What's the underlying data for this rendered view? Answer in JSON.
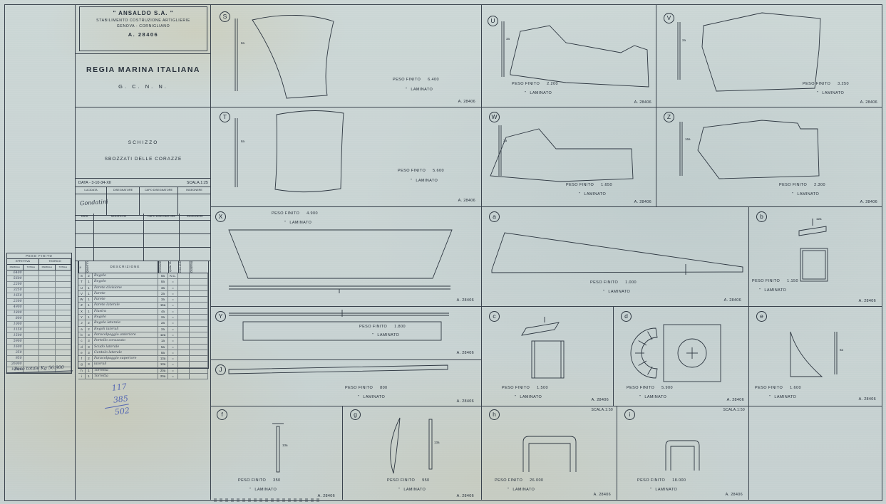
{
  "sheet": {
    "company": {
      "line1": "\" ANSALDO S.A. \"",
      "line2": "STABILIMENTO COSTRUZIONE ARTIGLIERIE",
      "line3": "GENOVA - CORNIGLIANO",
      "number": "A. 28406"
    },
    "title": "REGIA MARINA ITALIANA",
    "subtitle": "G. C. N. N.",
    "drawing": {
      "kind": "SCHIZZO",
      "name": "SBOZZATI DELLE CORAZZE"
    },
    "meta": {
      "data_label": "DATA - 3-10-34-XII",
      "scala_label": "SCALA.1:25"
    },
    "signatures": {
      "headers": [
        "LUCIDATA",
        "DISEGNATORE",
        "CAPO DISEGNATORE",
        "INGEGNERE"
      ],
      "signature": "Gondatini"
    },
    "revisions": {
      "headers": [
        "DATA",
        "MODIFICHE",
        "CAPO DISEGNATORE",
        "INGEGNERE"
      ]
    }
  },
  "labels": {
    "peso": "PESO FINITO",
    "laminato": "LAMINATO",
    "ditto": "\"",
    "ref": "A. 28406"
  },
  "panels": {
    "S": {
      "letter": "S",
      "peso": "6.400",
      "thickness": "8a"
    },
    "T": {
      "letter": "T",
      "peso": "5.600",
      "thickness": "8a"
    },
    "U": {
      "letter": "U",
      "peso": "2.200",
      "thickness": "3a"
    },
    "V": {
      "letter": "V",
      "peso": "3.250",
      "thickness": "2a"
    },
    "W": {
      "letter": "W",
      "peso": "1.650",
      "thickness": "3a"
    },
    "Z": {
      "letter": "Z",
      "peso": "2.300",
      "thickness": "16a"
    },
    "X": {
      "letter": "X",
      "peso": "4.900"
    },
    "Y": {
      "letter": "Y",
      "peso": "1.800"
    },
    "J": {
      "letter": "J",
      "peso": "800"
    },
    "a": {
      "letter": "a",
      "peso": "1.000"
    },
    "b": {
      "letter": "b",
      "peso": "1.150",
      "thickness": "12a"
    },
    "c": {
      "letter": "c",
      "peso": "1.500"
    },
    "d": {
      "letter": "d",
      "peso": "5.900"
    },
    "e": {
      "letter": "e",
      "peso": "1.600",
      "thickness": "8a"
    },
    "f": {
      "letter": "f",
      "peso": "350",
      "thickness": "13a"
    },
    "g": {
      "letter": "g",
      "peso": "950",
      "thickness": "13a"
    },
    "h": {
      "letter": "h",
      "peso": "26.000",
      "scala": "SCALA.1:50"
    },
    "i": {
      "letter": "i",
      "peso": "18.000",
      "scala": "SCALA.1:50"
    }
  },
  "parts_table": {
    "headers": [
      "N.",
      "QUANTITÀ",
      "DESCRIZIONE",
      "SPESSORE",
      "QUALITÀ",
      "COLLAUDO",
      "OSSERVAZIONI"
    ],
    "rows": [
      [
        "S",
        "2",
        "Regolo",
        "8a",
        "K.C."
      ],
      [
        "T",
        "1",
        "Regolo",
        "8a",
        "="
      ],
      [
        "U",
        "1",
        "Parete divisione",
        "3a",
        "="
      ],
      [
        "V",
        "1",
        "Parete",
        "2a",
        "="
      ],
      [
        "W",
        "1",
        "Parete",
        "3a",
        "="
      ],
      [
        "Z",
        "1",
        "Parete laterale",
        "16a",
        "="
      ],
      [
        "X",
        "1",
        "Piastra",
        "4a",
        "="
      ],
      [
        "Y",
        "1",
        "Regolo",
        "2a",
        "="
      ],
      [
        "J",
        "2",
        "Regolo laterale",
        "2a",
        "="
      ],
      [
        "a",
        "2",
        "Regoli laterali",
        "2a",
        "="
      ],
      [
        "b",
        "3",
        "Paracolpaggio anteriore",
        "12a",
        "="
      ],
      [
        "c",
        "3",
        "Portello corazzato",
        "1a",
        "="
      ],
      [
        "d",
        "3",
        "Scudo laterale",
        "5a",
        "="
      ],
      [
        "e",
        "3",
        "Cantolo laterale",
        "8a",
        "="
      ],
      [
        "f",
        "2",
        "Paracolpaggio superiore",
        "13a",
        "="
      ],
      [
        "g",
        "3",
        "laterali",
        "13a",
        "="
      ],
      [
        "h",
        "1",
        "Torretta",
        "20a",
        "="
      ],
      [
        "i",
        "1",
        "Torretta",
        "20a",
        "="
      ]
    ]
  },
  "weights_table": {
    "title": "PESO FINITO",
    "groups": [
      "EFFETTIVA",
      "TEORICO"
    ],
    "subheaders": [
      "PARZIALE",
      "TOTALE",
      "PARZIALE",
      "TOTALE"
    ],
    "rows": [
      "6400",
      "5600",
      "2200",
      "3250",
      "1650",
      "2300",
      "4900",
      "1800",
      "800",
      "1000",
      "1150",
      "1500",
      "5900",
      "1600",
      "350",
      "950",
      "26000",
      "18000"
    ],
    "total": "Peso totale Kg 56.900"
  },
  "annotations": {
    "pencil": [
      "117",
      "385",
      "502"
    ]
  }
}
